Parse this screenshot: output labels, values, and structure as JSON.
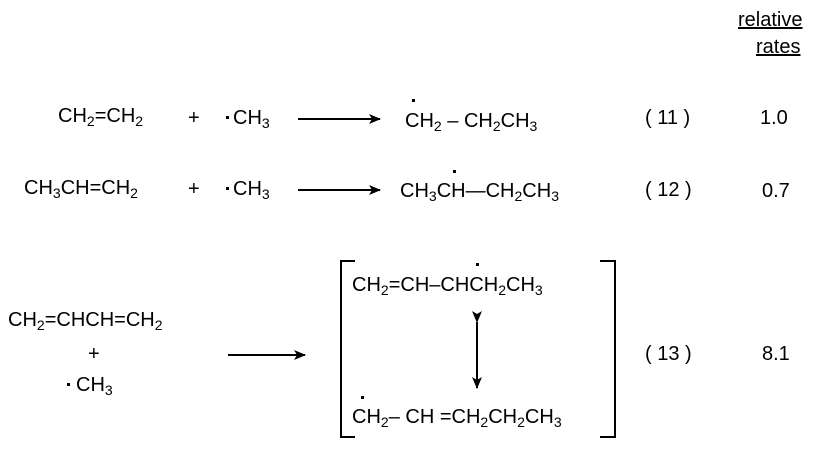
{
  "header": {
    "relative": "relative",
    "rates": "rates"
  },
  "reactions": [
    {
      "reactant": "CH2=CH2",
      "plus": "+",
      "radical": "CH3",
      "product": "CH2 – CH2CH3",
      "label": "( 11 )",
      "rate": "1.0"
    },
    {
      "reactant": "CH3CH=CH2",
      "plus": "+",
      "radical": "CH3",
      "product": "CH3CH—CH2CH3",
      "label": "( 12 )",
      "rate": "0.7"
    },
    {
      "reactant": "CH2=CHCH=CH2",
      "plus": "+",
      "radical": "CH3",
      "product_top": "CH2=CH–CHCH2CH3",
      "product_bottom": "CH2– CH =CH2CH2CH3",
      "label": "( 13 )",
      "rate": "8.1"
    }
  ]
}
